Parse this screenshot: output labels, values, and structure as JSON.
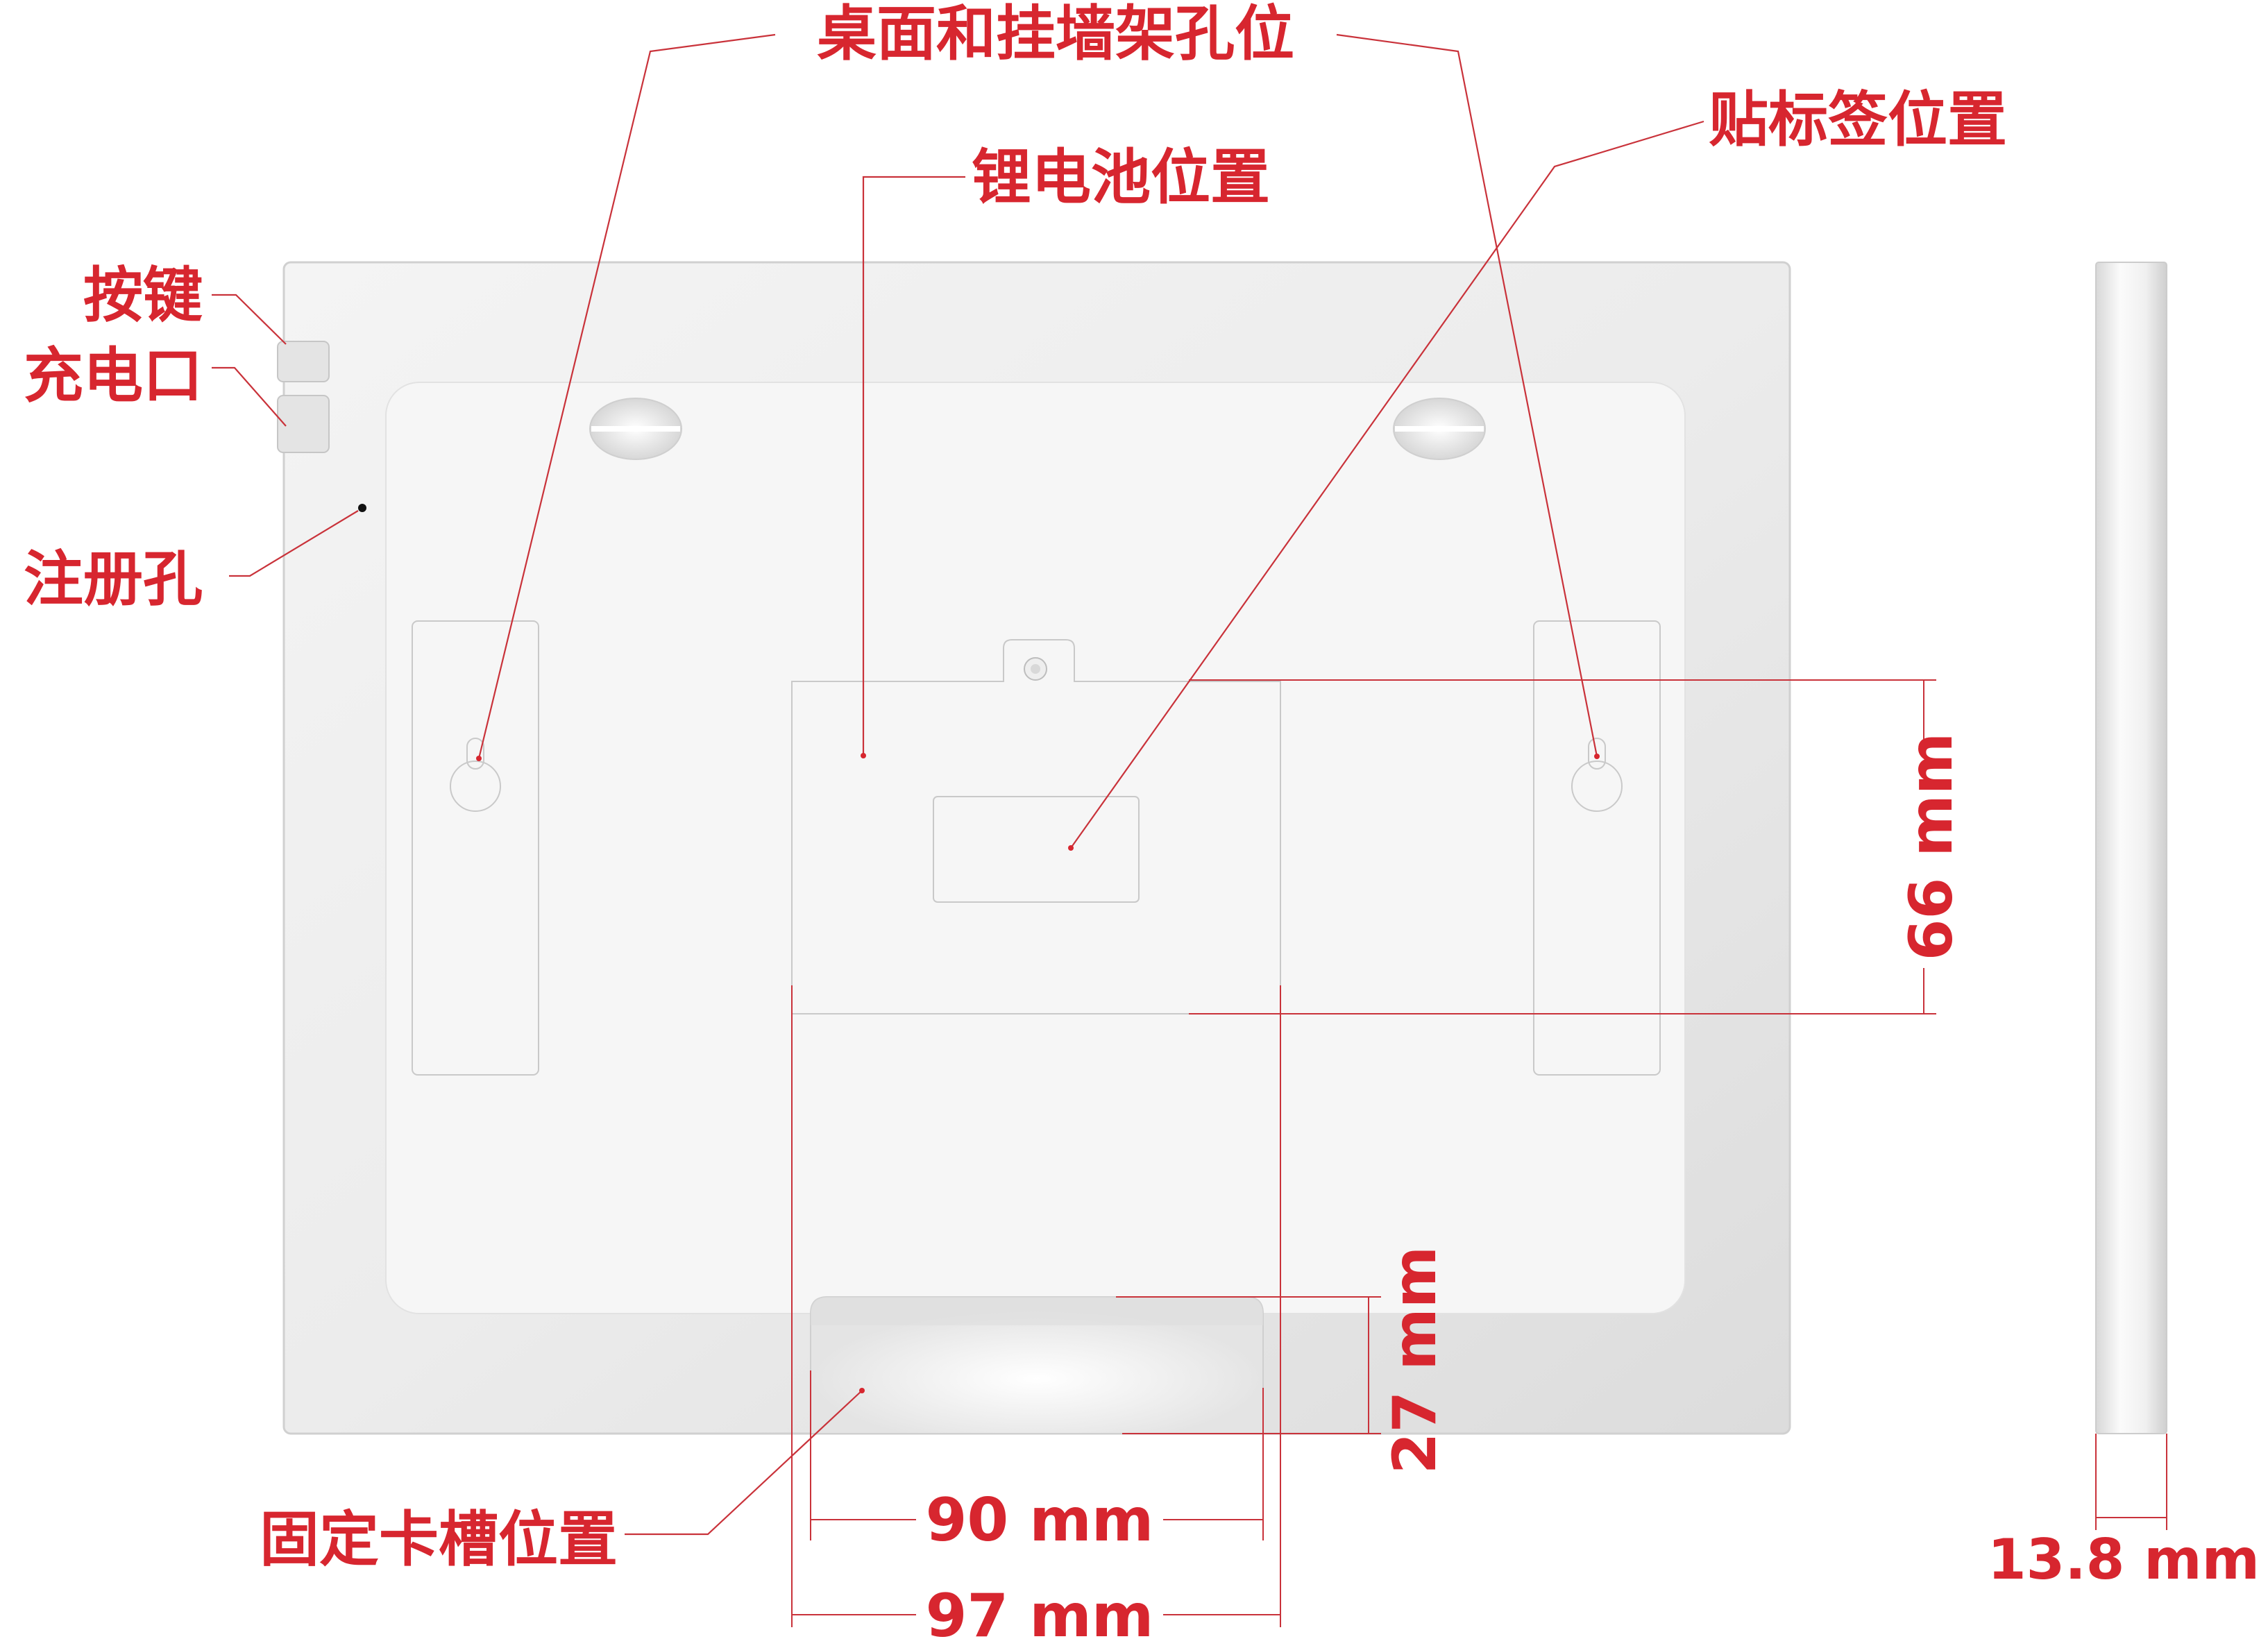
{
  "labels": {
    "mount_holes": "桌面和挂墙架孔位",
    "battery": "锂电池位置",
    "sticker": "贴标签位置",
    "button": "按键",
    "charge_port": "充电口",
    "register_hole": "注册孔",
    "slot": "固定卡槽位置"
  },
  "dimensions": {
    "height_66": "66 mm",
    "slot_height_27": "27 mm",
    "slot_width_90": "90 mm",
    "battery_width_97": "97 mm",
    "thickness": "13.8 mm"
  },
  "colors": {
    "annotation": "#d7262f",
    "body": "#f2f2f2",
    "panel": "#f6f6f6"
  }
}
